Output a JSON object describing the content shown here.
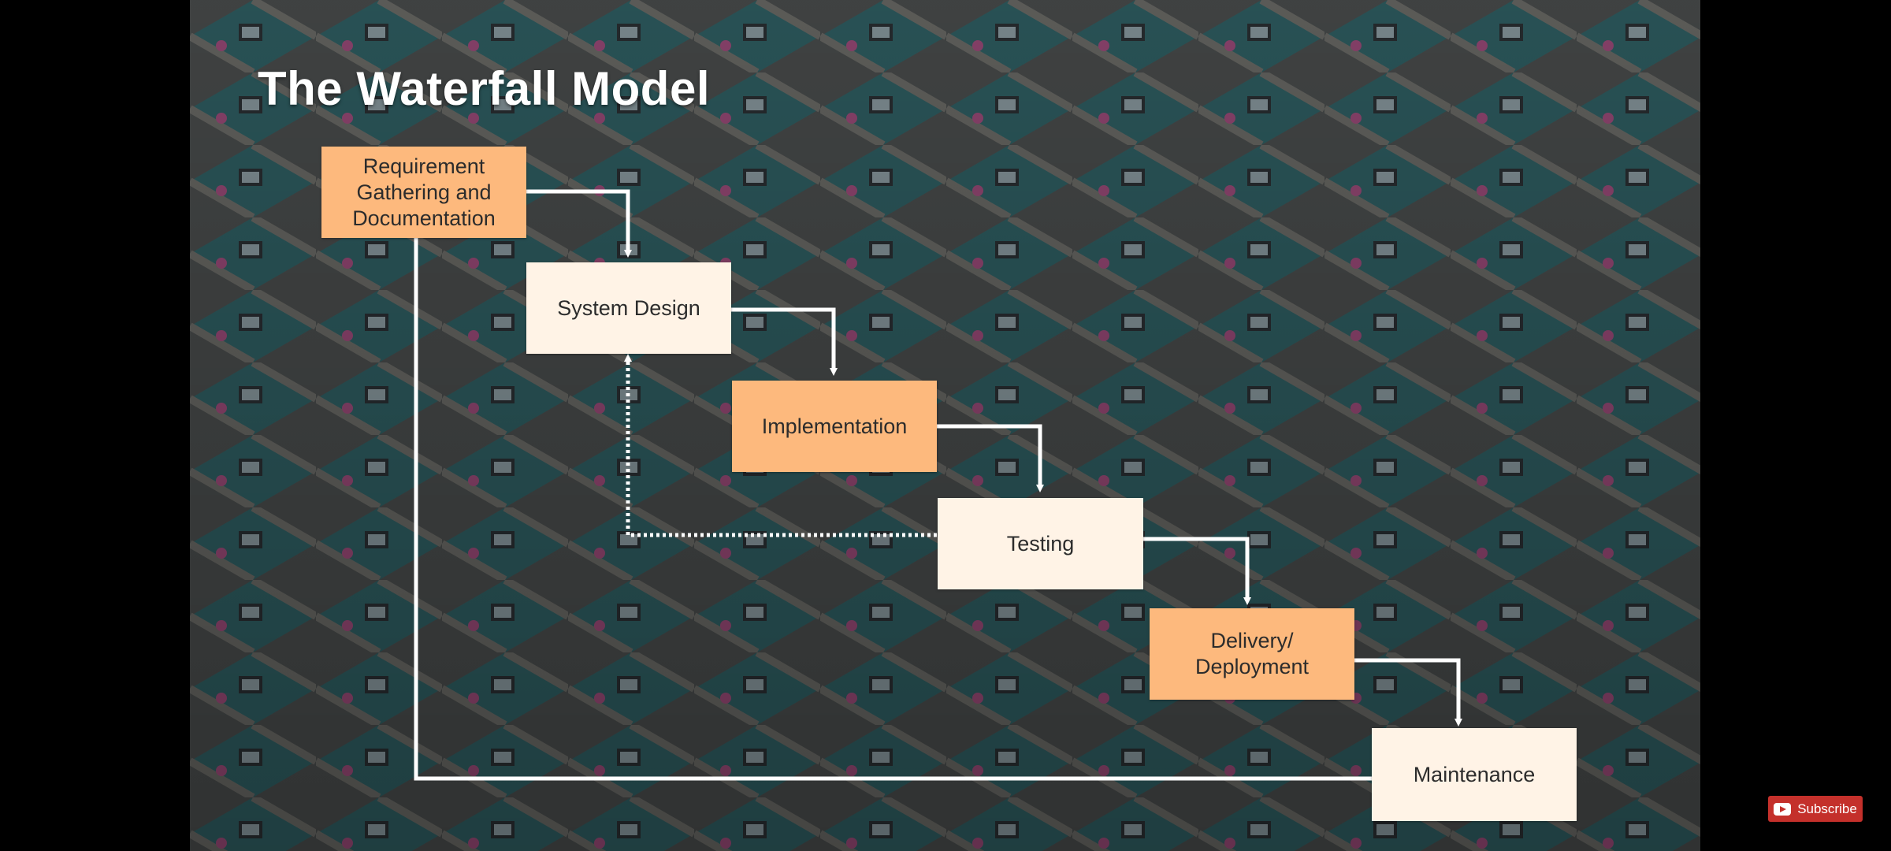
{
  "title": "The Waterfall Model",
  "colors": {
    "phase_orange": "#fdb97d",
    "phase_cream": "#fff3e6",
    "connector": "#ffffff",
    "subscribe_red": "#c4302b"
  },
  "phases": [
    {
      "label": "Requirement Gathering and Documentation",
      "style": "orange"
    },
    {
      "label": "System Design",
      "style": "cream"
    },
    {
      "label": "Implementation",
      "style": "orange"
    },
    {
      "label": "Testing",
      "style": "cream"
    },
    {
      "label": "Delivery/ Deployment",
      "style": "orange"
    },
    {
      "label": "Maintenance",
      "style": "cream"
    }
  ],
  "connectors": [
    {
      "from": "Requirement Gathering and Documentation",
      "to": "System Design",
      "line": "solid"
    },
    {
      "from": "System Design",
      "to": "Implementation",
      "line": "solid"
    },
    {
      "from": "Implementation",
      "to": "Testing",
      "line": "solid"
    },
    {
      "from": "Testing",
      "to": "Delivery/ Deployment",
      "line": "solid"
    },
    {
      "from": "Delivery/ Deployment",
      "to": "Maintenance",
      "line": "solid"
    },
    {
      "from": "Testing",
      "to": "System Design",
      "line": "dotted"
    },
    {
      "from": "Maintenance",
      "to": "Requirement Gathering and Documentation",
      "line": "solid"
    }
  ],
  "subscribe": {
    "label": "Subscribe",
    "icon": "youtube-icon"
  }
}
